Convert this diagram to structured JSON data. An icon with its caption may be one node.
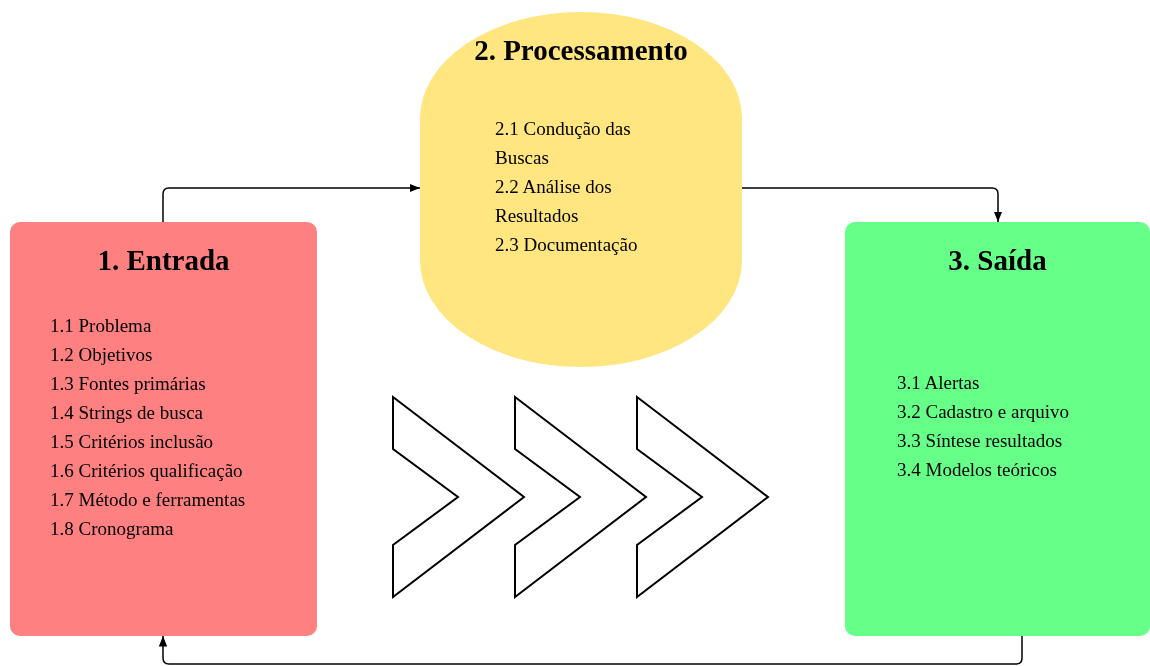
{
  "diagram": {
    "nodes": [
      {
        "text": [
          "1. Entrada",
          "1.1 Problema",
          "1.2 Objetivos",
          "1.3 Fontes primárias",
          "1.4 Strings de busca",
          "1.5 Critérios inclusão",
          "1.6 Critérios qualificação",
          "1.7 Método e ferramentas",
          "1.8 Cronograma"
        ]
      },
      {
        "text": [
          "2. Processamento",
          "2.1 Condução das Buscas",
          "2.2 Análise dos Resultados",
          "2.3 Documentação"
        ]
      },
      {
        "text": [
          "3. Saída",
          "3.1 Alertas",
          "3.2 Cadastro e arquivo",
          "3.3 Síntese resultados",
          "3.4 Modelos teóricos"
        ]
      }
    ],
    "edges": [
      {
        "from": 0,
        "to": 1,
        "arrow": "to"
      },
      {
        "from": 1,
        "to": 2,
        "arrow": "to"
      },
      {
        "from": 2,
        "to": 0,
        "arrow": "to"
      }
    ]
  }
}
